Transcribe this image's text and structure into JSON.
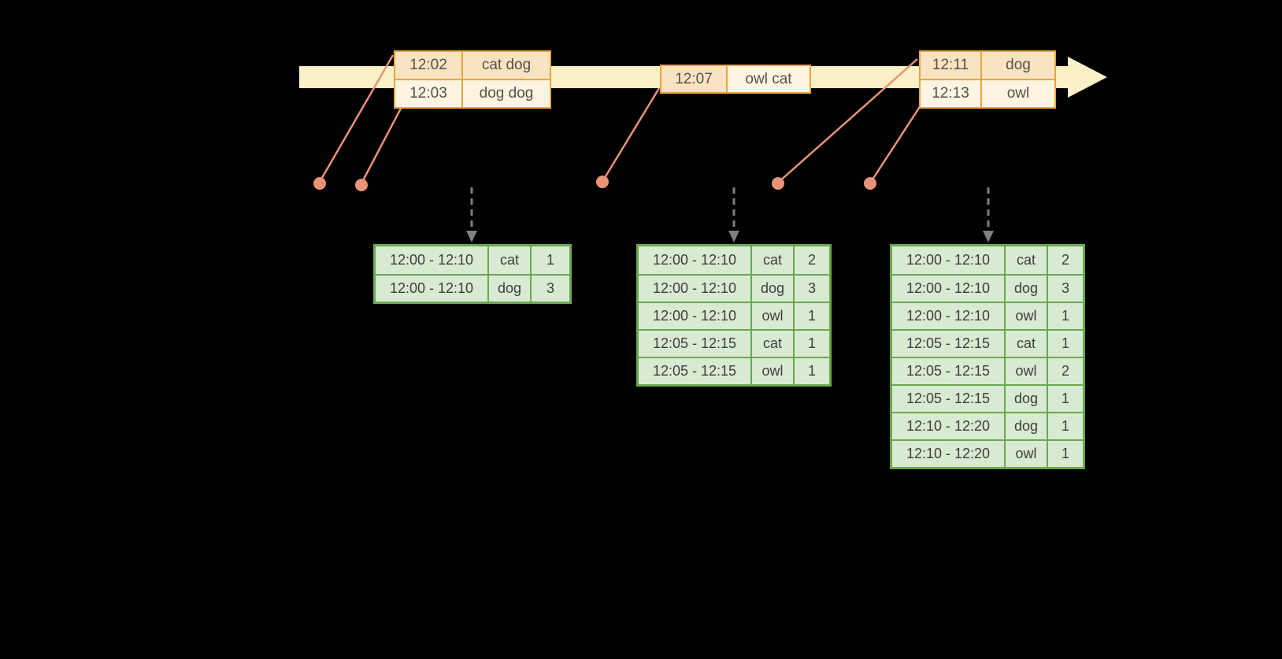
{
  "colors": {
    "background": "#000000",
    "timeline_fill": "#FBF0C6",
    "event_table_border": "#E9A53F",
    "event_row_dark": "#FAE3C2",
    "event_row_light": "#FDF4E1",
    "connector_line": "#E89377",
    "trigger_arrow": "#7F7F7F",
    "result_table_border": "#6AA84F",
    "result_table_fill": "#D9EAD3"
  },
  "event_tables": [
    {
      "rows": [
        {
          "time": "12:02",
          "words": "cat dog"
        },
        {
          "time": "12:03",
          "words": "dog dog"
        }
      ]
    },
    {
      "rows": [
        {
          "time": "12:07",
          "words": "owl cat"
        }
      ]
    },
    {
      "rows": [
        {
          "time": "12:11",
          "words": "dog"
        },
        {
          "time": "12:13",
          "words": "owl"
        }
      ]
    }
  ],
  "result_tables": [
    {
      "rows": [
        {
          "window": "12:00 - 12:10",
          "word": "cat",
          "count": "1"
        },
        {
          "window": "12:00 - 12:10",
          "word": "dog",
          "count": "3"
        }
      ]
    },
    {
      "rows": [
        {
          "window": "12:00 - 12:10",
          "word": "cat",
          "count": "2"
        },
        {
          "window": "12:00 - 12:10",
          "word": "dog",
          "count": "3"
        },
        {
          "window": "12:00 - 12:10",
          "word": "owl",
          "count": "1"
        },
        {
          "window": "12:05 - 12:15",
          "word": "cat",
          "count": "1"
        },
        {
          "window": "12:05 - 12:15",
          "word": "owl",
          "count": "1"
        }
      ]
    },
    {
      "rows": [
        {
          "window": "12:00 - 12:10",
          "word": "cat",
          "count": "2"
        },
        {
          "window": "12:00 - 12:10",
          "word": "dog",
          "count": "3"
        },
        {
          "window": "12:00 - 12:10",
          "word": "owl",
          "count": "1"
        },
        {
          "window": "12:05 - 12:15",
          "word": "cat",
          "count": "1"
        },
        {
          "window": "12:05 - 12:15",
          "word": "owl",
          "count": "2"
        },
        {
          "window": "12:05 - 12:15",
          "word": "dog",
          "count": "1"
        },
        {
          "window": "12:10 - 12:20",
          "word": "dog",
          "count": "1"
        },
        {
          "window": "12:10 - 12:20",
          "word": "owl",
          "count": "1"
        }
      ]
    }
  ]
}
